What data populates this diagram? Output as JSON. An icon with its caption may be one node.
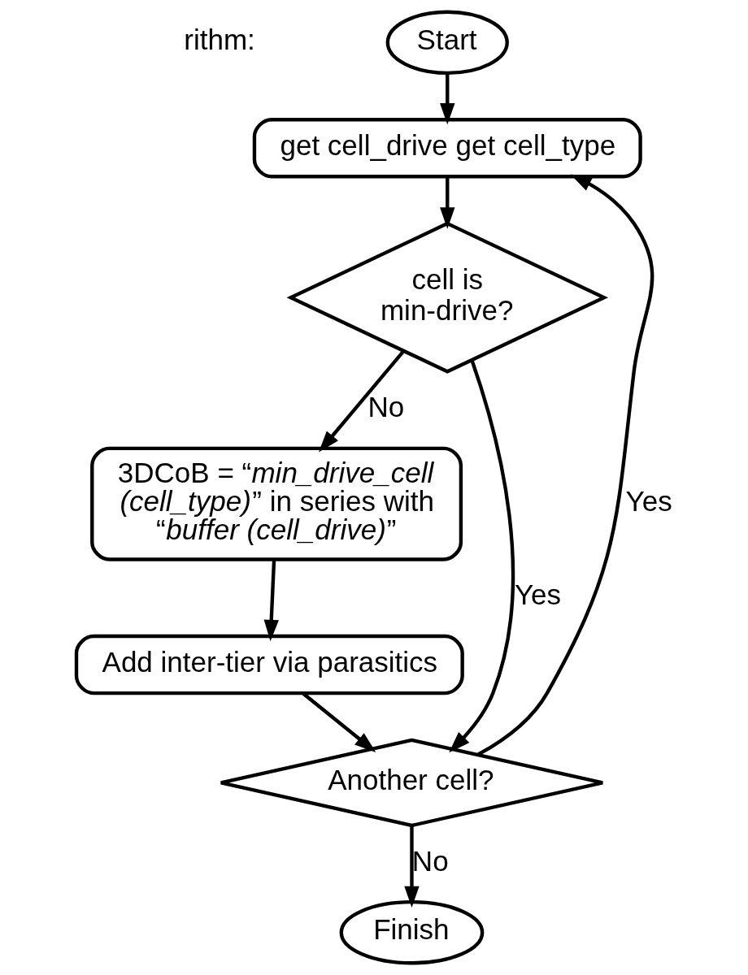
{
  "diagram": {
    "nodes": [
      {
        "text": [
          "Start"
        ]
      },
      {
        "text": [
          "get cell_drive get cell_type"
        ]
      },
      {
        "text": [
          "cell is min-drive?"
        ]
      },
      {
        "text": [
          "3DCoB = “*min_drive_cell (cell_type)*” in series with “*buffer (cell_drive)*”"
        ]
      },
      {
        "text": [
          "Add inter-tier via parasitics"
        ]
      },
      {
        "text": [
          "Another cell?"
        ]
      },
      {
        "text": [
          "Finish"
        ]
      }
    ],
    "edges": [
      {
        "from": 0,
        "to": 1,
        "arrow": "to"
      },
      {
        "from": 1,
        "to": 2,
        "arrow": "to"
      },
      {
        "from": 2,
        "to": 3,
        "arrow": "to",
        "label": "No"
      },
      {
        "from": 3,
        "to": 4,
        "arrow": "to"
      },
      {
        "from": 4,
        "to": 5,
        "arrow": "to"
      },
      {
        "from": 2,
        "to": 5,
        "arrow": "to",
        "label": "Yes"
      },
      {
        "from": 5,
        "to": 1,
        "arrow": "to",
        "label": "Yes"
      },
      {
        "from": 5,
        "to": 6,
        "arrow": "to",
        "label": "No"
      }
    ],
    "labels": [
      "rithm:"
    ]
  }
}
